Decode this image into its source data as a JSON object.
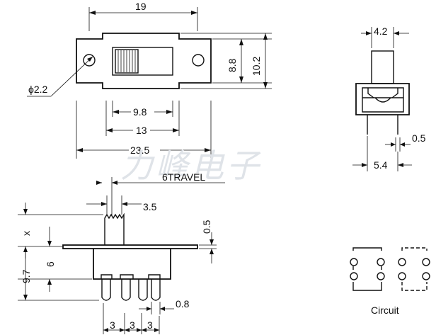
{
  "top_view": {
    "dim_width": "19",
    "dim_height_inner": "8.8",
    "dim_height_outer": "10.2",
    "dim_hole": "ϕ2.2",
    "dim_slot": "9.8",
    "dim_hole_spacing": "13",
    "dim_overall": "23.5"
  },
  "side_view": {
    "dim_actuator": "4.2",
    "dim_pin": "0.5",
    "dim_pin_spacing": "5.4"
  },
  "front_view": {
    "travel_label": "6TRAVEL",
    "dim_actuator_width": "3.5",
    "dim_x": "x",
    "dim_body": "6",
    "dim_total": "9.7",
    "dim_flange": "0.5",
    "dim_pin_width": "0.8",
    "pin_pitch": [
      "3",
      "3",
      "3"
    ]
  },
  "circuit": {
    "label": "Circuit"
  },
  "watermark": "力峰电子"
}
